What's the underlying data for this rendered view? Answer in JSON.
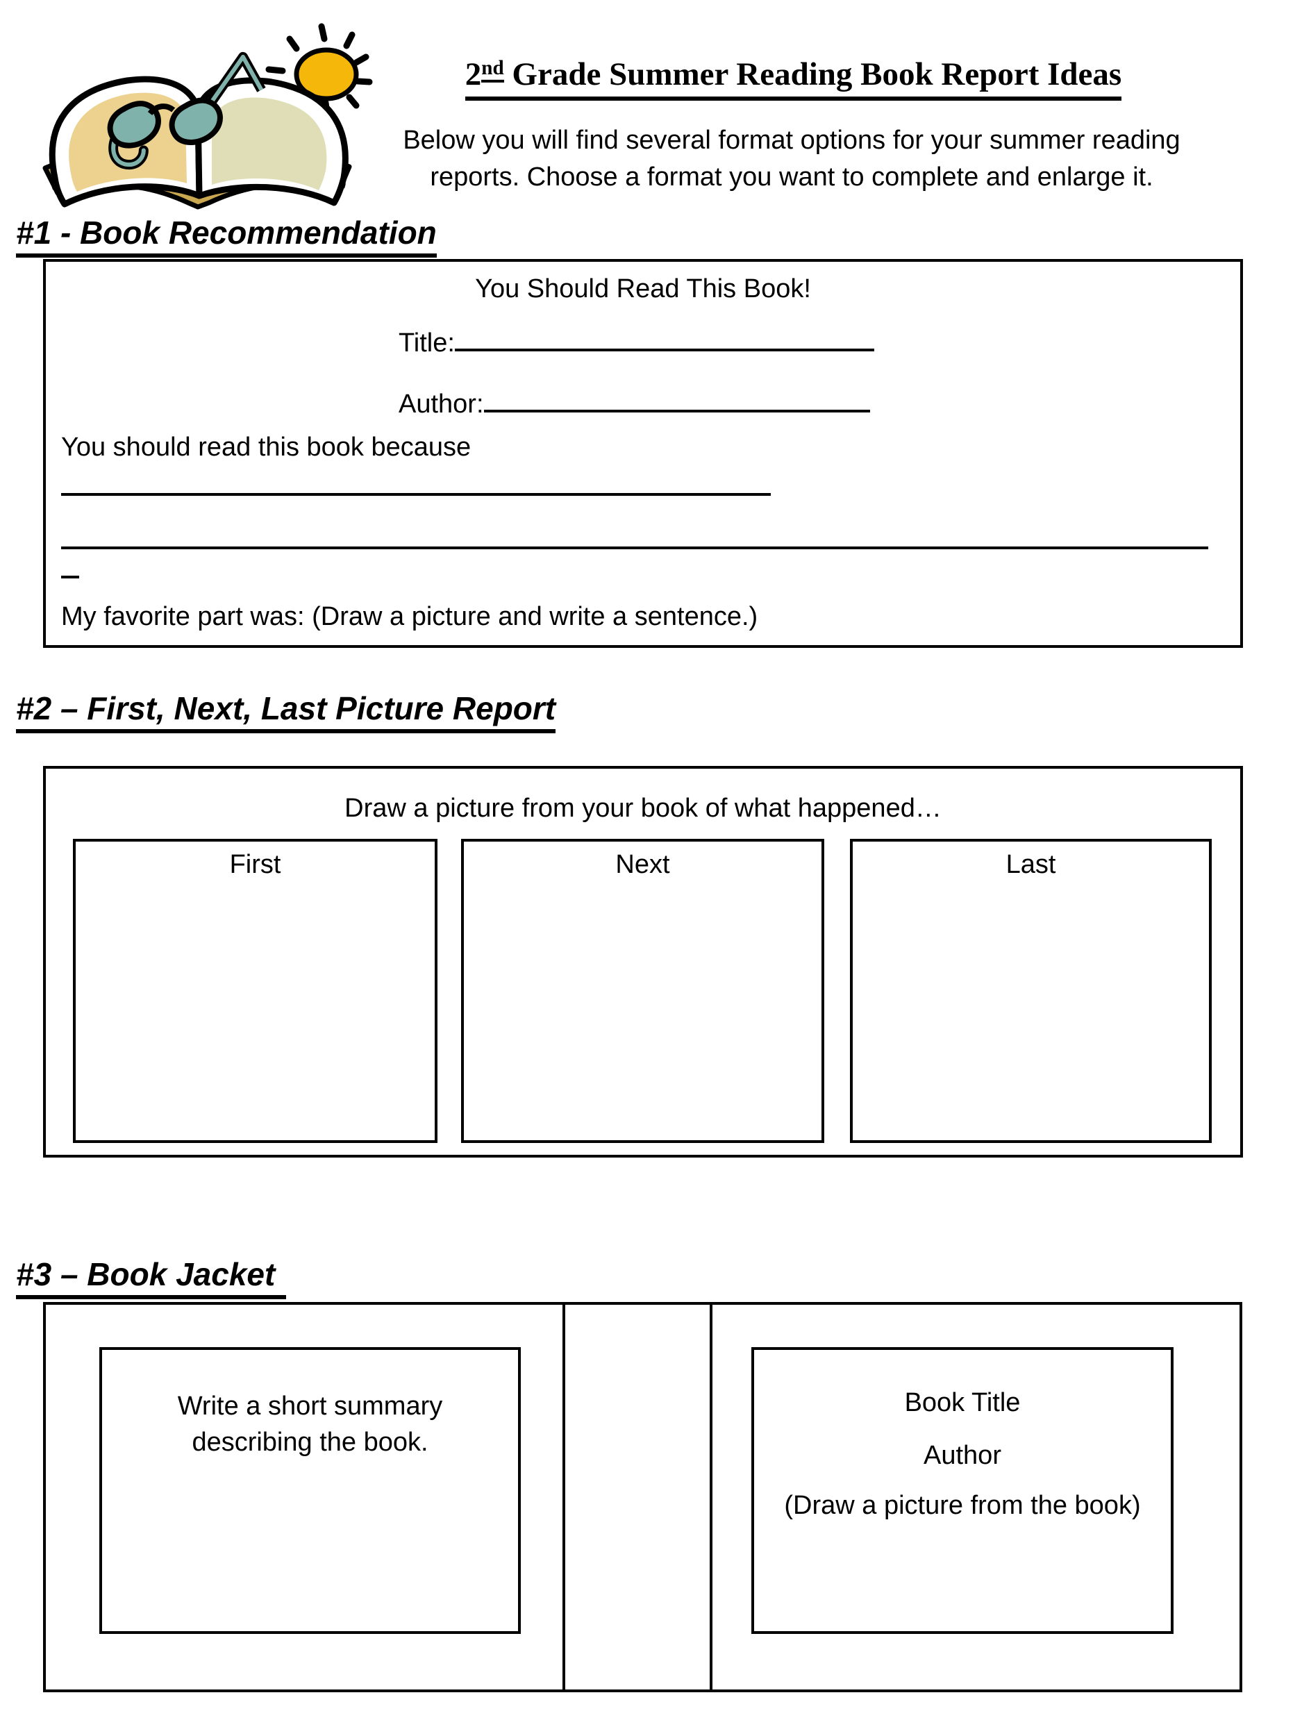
{
  "header": {
    "title_number": "2",
    "title_ordinal": "nd",
    "title_rest": " Grade Summer Reading Book Report Ideas",
    "subtitle_line1": "Below you will find several format options for your summer reading",
    "subtitle_line2": "reports. Choose a format you want to complete and enlarge it.",
    "clipart": {
      "description": "open book with sunglasses and sun",
      "colors": {
        "page_left": "#ecd28e",
        "page_right": "#dfdeb6",
        "cover": "#c9a850",
        "glasses": "#7fb2ab",
        "sun": "#f5b70a",
        "outline": "#000000"
      }
    }
  },
  "section1": {
    "heading": "#1 - Book Recommendation",
    "box_title": "You Should Read This Book!",
    "title_label": "Title:",
    "author_label": "Author:",
    "because_prompt": "You should read this book because",
    "favorite_prompt": "My favorite part was: (Draw a picture and write a sentence.)"
  },
  "section2": {
    "heading": "#2 – First, Next, Last Picture Report",
    "box_title": "Draw a picture from your book of what happened…",
    "panels": [
      {
        "label": "First"
      },
      {
        "label": "Next"
      },
      {
        "label": "Last"
      }
    ]
  },
  "section3": {
    "heading": "#3 – Book Jacket",
    "summary_line1": "Write a short summary",
    "summary_line2": "describing the book.",
    "cover_line1": "Book Title",
    "cover_line2": "Author",
    "cover_line3": "(Draw a picture from the book)"
  }
}
